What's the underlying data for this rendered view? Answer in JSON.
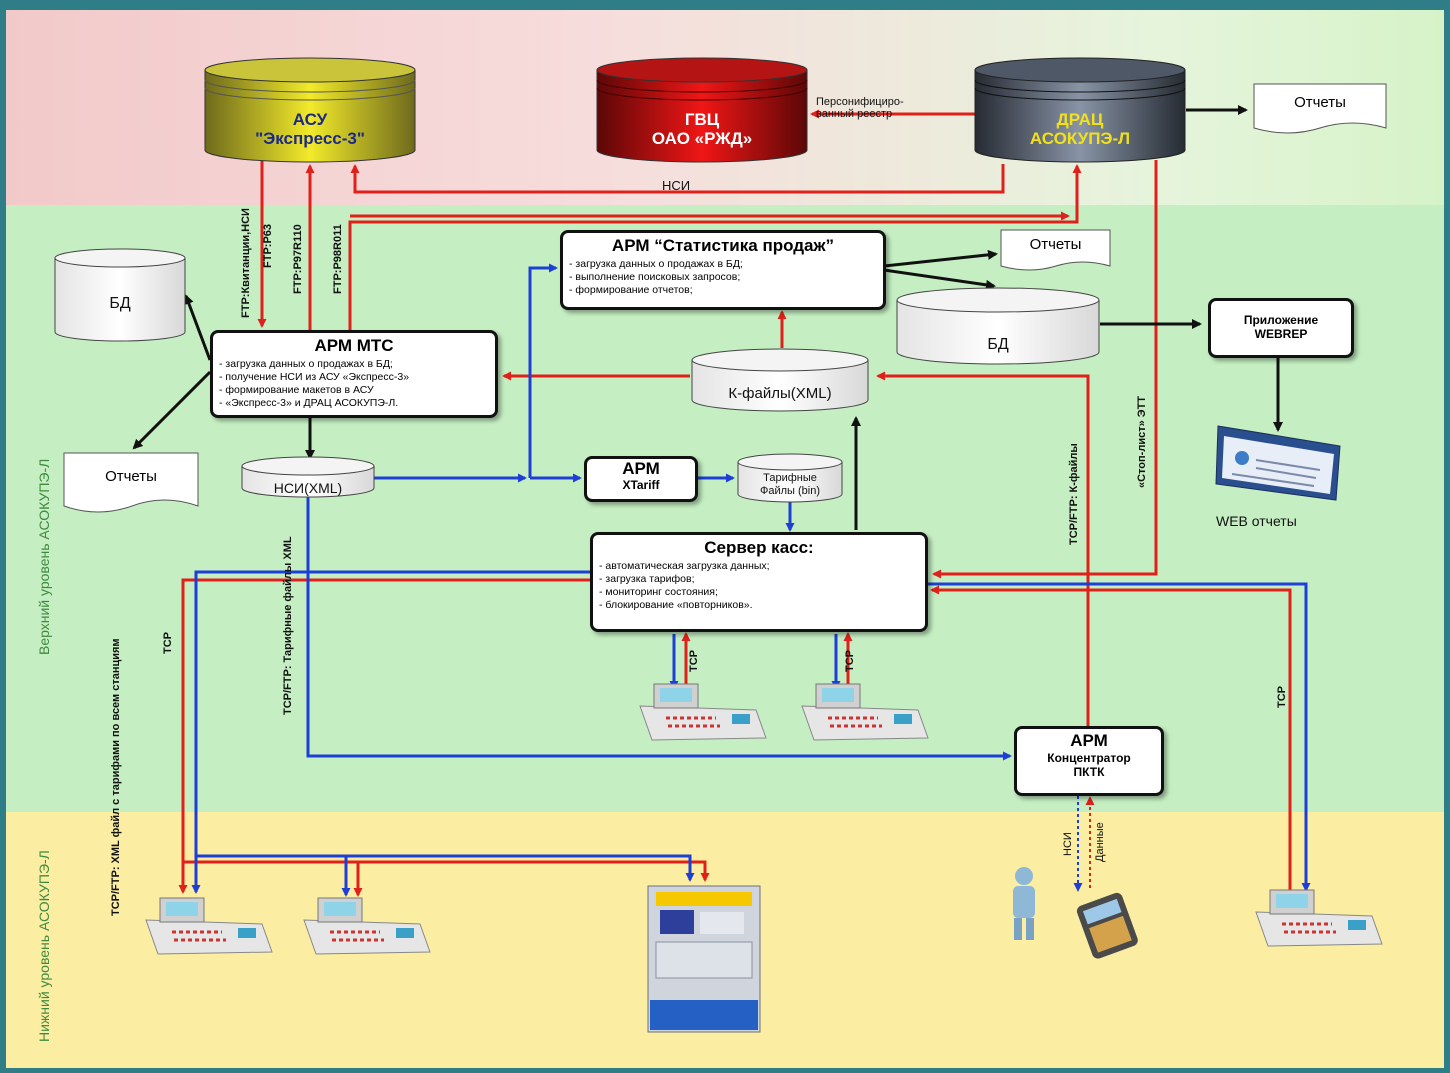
{
  "levels": {
    "upper": "Верхний уровень АСОКУПЭ-Л",
    "lower": "Нижний уровень АСОКУПЭ-Л"
  },
  "databases": {
    "asu": {
      "line1": "АСУ",
      "line2": "\"Экспресс-3\""
    },
    "gvc": {
      "line1": "ГВЦ",
      "line2": "ОАО «РЖД»"
    },
    "drac": {
      "line1": "ДРАЦ",
      "line2": "АСОКУПЭ-Л"
    },
    "bd_left": "БД",
    "bd_right": "БД",
    "k_files": "К-файлы(XML)",
    "nsi_xml": "НСИ(XML)",
    "tariff_files": {
      "line1": "Тарифные",
      "line2": "Файлы (bin)"
    }
  },
  "documents": {
    "reports_top": "Отчеты",
    "reports_mid": "Отчеты",
    "reports_left": "Отчеты"
  },
  "boxes": {
    "arm_mts": {
      "title": "АРМ МТС",
      "items": [
        "загрузка данных о продажах в БД;",
        "получение НСИ из АСУ «Экспресс-3»",
        "формирование макетов в АСУ",
        "«Экспресс-3» и ДРАЦ АСОКУПЭ-Л."
      ]
    },
    "arm_stat": {
      "title": "АРМ “Статистика продаж”",
      "items": [
        "загрузка данных о продажах в БД;",
        "выполнение поисковых запросов;",
        "формирование отчетов;"
      ]
    },
    "arm_xtariff": {
      "line1": "АРМ",
      "line2": "XTariff"
    },
    "server": {
      "title": "Сервер касс:",
      "items": [
        "автоматическая загрузка данных;",
        "загрузка тарифов;",
        "мониторинг состояния;",
        "блокирование «повторников»."
      ]
    },
    "webrep": {
      "line1": "Приложение",
      "line2": "WEBREP"
    },
    "concentrator": {
      "line1": "АРМ",
      "line2": "Концентратор",
      "line3": "ПКТК"
    }
  },
  "labels": {
    "personified": {
      "line1": "Персонифициро-",
      "line2": "ванный реестр"
    },
    "nsi_top": "НСИ",
    "ftp_receipts": "FTP:Квитанции,НСИ",
    "ftp_p63": "FTP:P63",
    "ftp_p97": "FTP:P97R110",
    "ftp_p98": "FTP:P98R011",
    "tcp_ftp_tariff_xml": "TCP/FTP: Тарифные файлы XML",
    "tcp_ftp_k_files": "TCP/FTP: К-файлы",
    "stop_list": "«Стоп-лист» ЭТТ",
    "tcp_left": "TCP",
    "tcp_xml_all": "TCP/FTP: XML файл с тарифами по всем станциям",
    "tcp_term1": "TCP",
    "tcp_term2": "TCP",
    "tcp_right": "TCP",
    "web_reports": "WEB отчеты",
    "nsi_handheld": "НСИ",
    "data_handheld": "Данные"
  },
  "colors": {
    "red": "#e0201a",
    "blue": "#1d3fd6",
    "black": "#111111"
  }
}
